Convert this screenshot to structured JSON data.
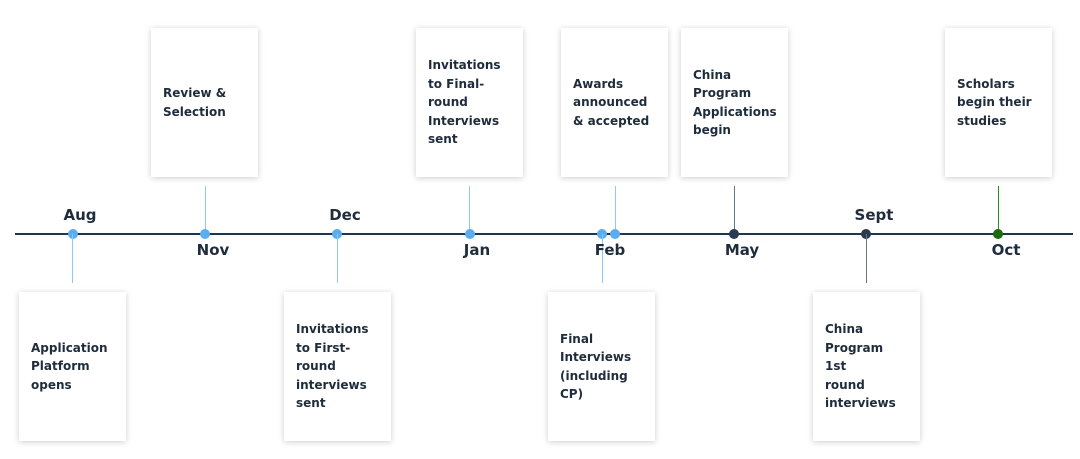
{
  "timeline": {
    "months": {
      "aug": "Aug",
      "nov": "Nov",
      "dec": "Dec",
      "jan": "Jan",
      "feb": "Feb",
      "may": "May",
      "sept": "Sept",
      "oct": "Oct"
    },
    "events": {
      "application_platform_opens": "Application\nPlatform\nopens",
      "review_selection": "Review &\nSelection",
      "first_round_invitations": "Invitations\nto First-\nround\ninterviews\nsent",
      "final_round_invitations": "Invitations\nto Final-\nround\nInterviews\nsent",
      "final_interviews": "Final\nInterviews\n(including\nCP)",
      "awards_announced": "Awards\nannounced\n& accepted",
      "china_program_applications": "China\nProgram\nApplications\nbegin",
      "china_program_interviews": "China\nProgram 1st\nround\ninterviews",
      "scholars_begin": "Scholars\nbegin their\nstudies"
    },
    "colors": {
      "axis": "#1f3550",
      "light_dot": "#5aaef0",
      "dark_dot": "#2a3a52",
      "green_dot": "#1e6a0e"
    }
  }
}
